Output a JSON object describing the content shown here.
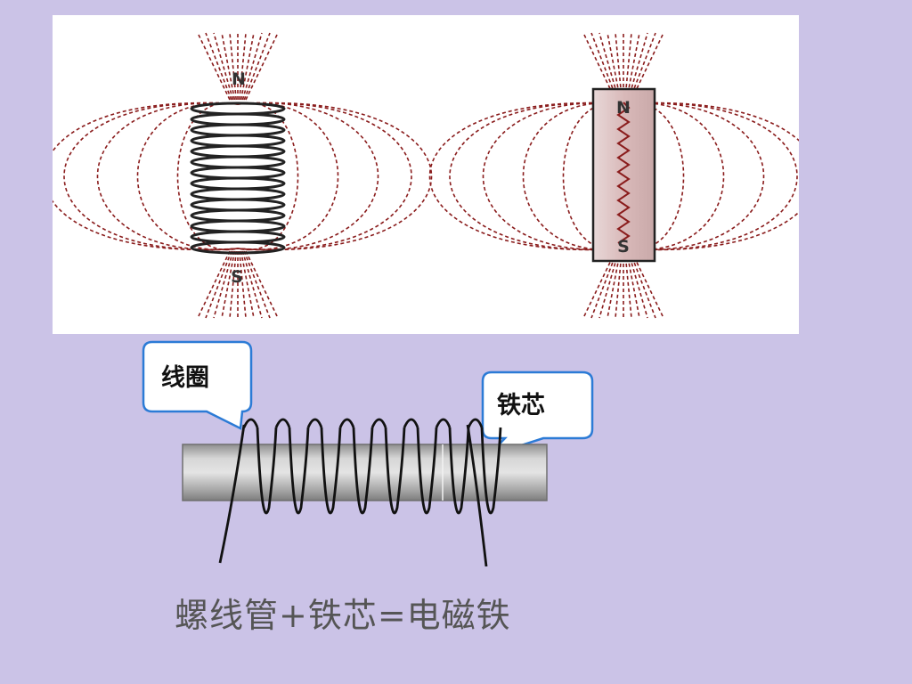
{
  "figures": {
    "left_north": "N",
    "left_south": "S",
    "right_north": "N",
    "right_south": "S"
  },
  "labels": {
    "coil": "线圈",
    "core": "铁芯"
  },
  "formula": "螺线管+铁芯=电磁铁",
  "colors": {
    "background": "#cbc3e7",
    "field_lines": "#8a1c1c",
    "callout_border": "#2c7bd6",
    "core_metal": "#b8b8b8"
  }
}
